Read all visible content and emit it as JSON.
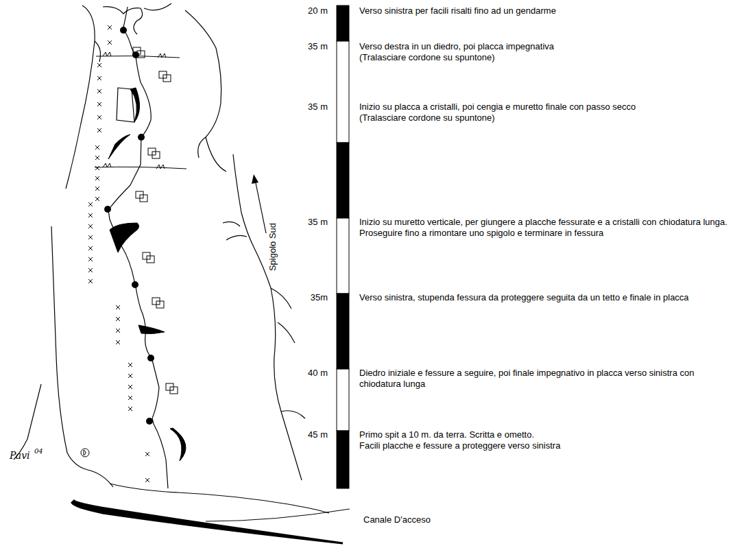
{
  "diagram": {
    "labels": [
      "20 m",
      "Verso sinistra per facili risalti fino ad un gendarme",
      "35 m",
      "Verso destra in un diedro, poi placca impegnativa",
      "(Tralasciare cordone su spuntone)",
      "35 m",
      "Inizio su placca a cristalli, poi cengia e muretto finale con passo secco",
      "(Tralasciare cordone su spuntone)",
      "35 m",
      "Inizio su muretto verticale, per giungere a placche fessurate e a cristalli con chiodatura lunga. Proseguire fino a rimontare uno spigolo e terminare in fessura",
      "35m",
      "Verso sinistra, stupenda fessura da proteggere seguita da un tetto e finale in placca",
      "40 m",
      "Diedro iniziale e fessure a seguire, poi finale impegnativo in placca verso sinistra con chiodatura lunga",
      "45 m",
      "Primo spit a 10 m. da terra. Scritta e ometto.",
      "Facili placche e fessure a proteggere verso sinistra",
      "Spigolo Sud",
      "Canale D'acceso",
      "Pavi",
      "04"
    ]
  }
}
